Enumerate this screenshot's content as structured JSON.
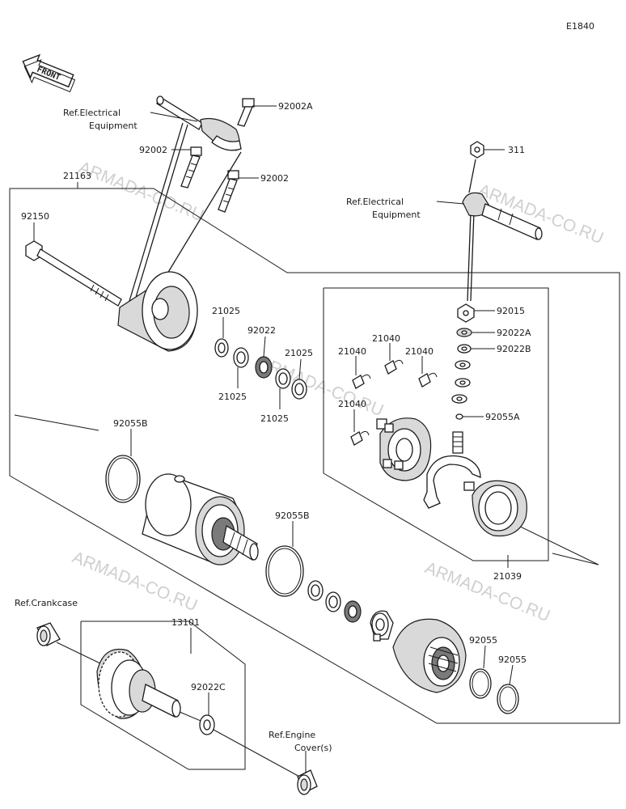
{
  "diagram_code": "E1840",
  "front_marker": "FRONT",
  "watermark": "ARMADA-CO.RU",
  "part_numbers": {
    "p92002A": "92002A",
    "p92002_left": "92002",
    "p92002_right": "92002",
    "p21163": "21163",
    "p92150": "92150",
    "p311": "311",
    "p92015": "92015",
    "p92022A": "92022A",
    "p92022B": "92022B",
    "p92055A": "92055A",
    "p21025_a": "21025",
    "p21025_b": "21025",
    "p21025_c": "21025",
    "p21025_d": "21025",
    "p92022": "92022",
    "p21040_a": "21040",
    "p21040_b": "21040",
    "p21040_c": "21040",
    "p21040_d": "21040",
    "p92055B_a": "92055B",
    "p92055B_b": "92055B",
    "p21039": "21039",
    "p13101": "13101",
    "p92022C": "92022C",
    "p92055_a": "92055",
    "p92055_b": "92055"
  },
  "references": {
    "ref_electrical_left_1": "Ref.Electrical",
    "ref_electrical_left_2": "Equipment",
    "ref_electrical_right_1": "Ref.Electrical",
    "ref_electrical_right_2": "Equipment",
    "ref_crankcase": "Ref.Crankcase",
    "ref_engine_1": "Ref.Engine",
    "ref_engine_2": "Cover(s)"
  }
}
